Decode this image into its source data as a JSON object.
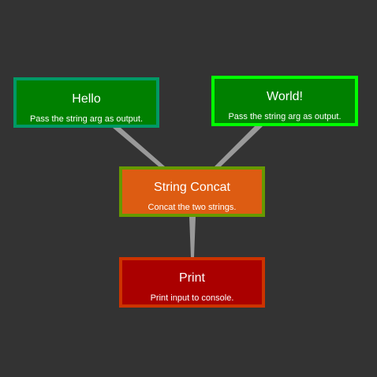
{
  "nodes": {
    "hello": {
      "title": "Hello",
      "description": "Pass the string arg as output.",
      "fill": "#008000",
      "border": "#009966"
    },
    "world": {
      "title": "World!",
      "description": "Pass the string arg as output.",
      "fill": "#008000",
      "border": "#00ff00"
    },
    "concat": {
      "title": "String Concat",
      "description": "Concat the two strings.",
      "fill": "#dd5c12",
      "border": "#669900"
    },
    "print": {
      "title": "Print",
      "description": "Print input to console.",
      "fill": "#aa0000",
      "border": "#cc3300"
    }
  },
  "edges": [
    {
      "from": "hello",
      "to": "concat"
    },
    {
      "from": "world",
      "to": "concat"
    },
    {
      "from": "concat",
      "to": "print"
    }
  ],
  "edge_color": "#999999",
  "background": "#333333"
}
